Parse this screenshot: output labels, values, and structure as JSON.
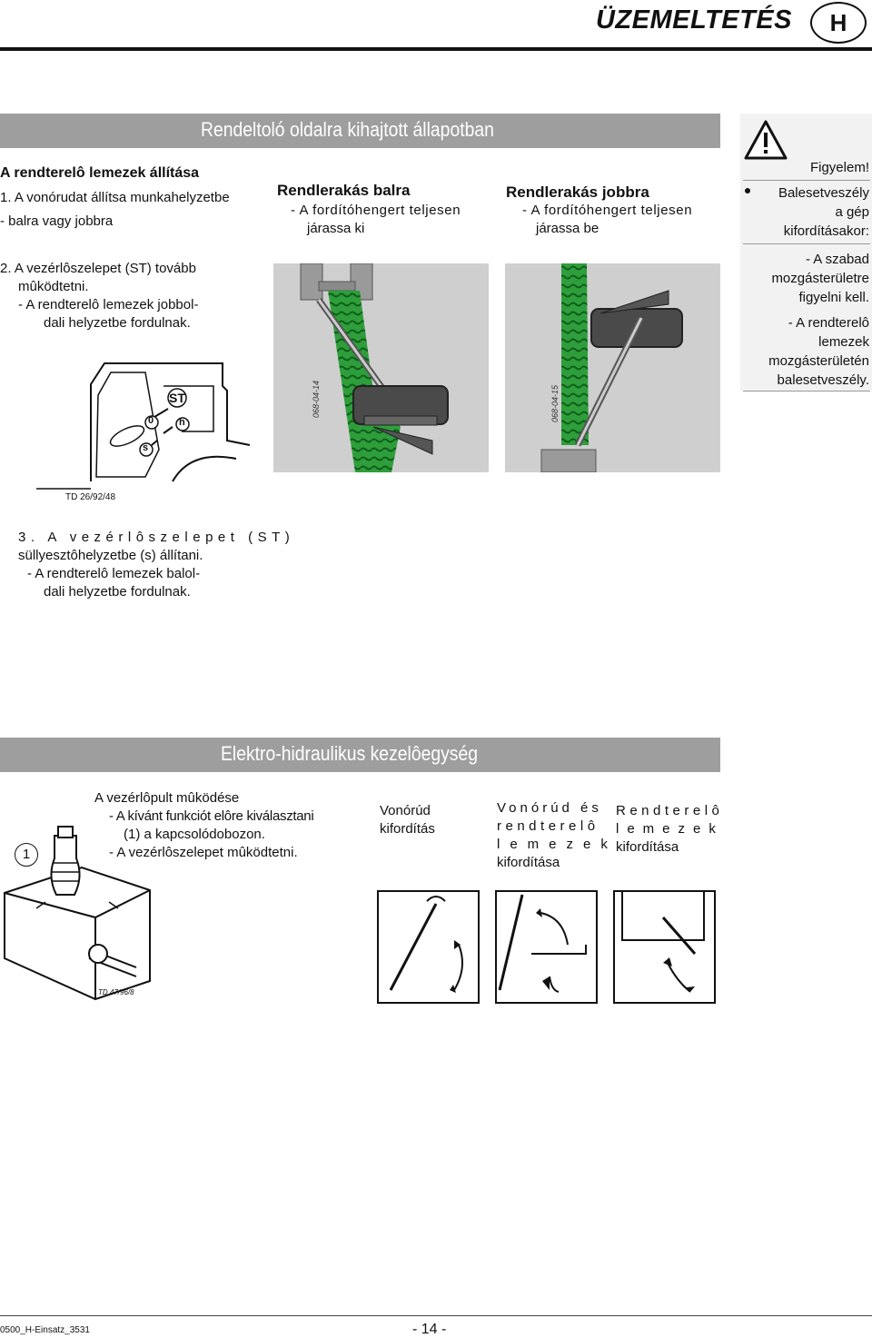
{
  "header": {
    "title": "ÜZEMELTETÉS",
    "section_letter": "H"
  },
  "section1": {
    "band_title": "Rendeltoló oldalra kihajtott állapotban",
    "left": {
      "heading": "A rendterelô lemezek állítása",
      "step1": "1. A vonórudat állítsa munkahelyzetbe",
      "step1b": "- balra vagy jobbra",
      "step2a": "2. A vezérlôszelepet (ST) tovább",
      "step2b": "mûködtetni.",
      "step2c": "- A rendterelô lemezek jobbol-",
      "step2d": "dali helyzetbe fordulnak.",
      "fig_code": "TD 26/92/48",
      "label_st": "ST",
      "label_0": "0",
      "label_h": "h",
      "label_s": "s"
    },
    "middle": {
      "heading": "Rendlerakás balra",
      "line1": "- A fordítóhengert teljesen",
      "line2": "járassa ki",
      "fig_code": "068-04-14"
    },
    "right": {
      "heading": "Rendlerakás jobbra",
      "line1": "- A fordítóhengert teljesen",
      "line2": "járassa be",
      "fig_code": "068-04-15"
    },
    "warning": {
      "title": "Figyelem!",
      "bullet1": "Balesetveszély",
      "bullet1b": "a gép",
      "bullet1c": "kifordításakor:",
      "item1a": "- A szabad",
      "item1b": "mozgásterületre",
      "item1c": "figyelni kell.",
      "item2a": "- A rendterelô",
      "item2b": "lemezek",
      "item2c": "mozgásterületén",
      "item2d": "balesetveszély."
    },
    "step3": {
      "line1": "3. A vezérlôszelepet (ST)",
      "line2": "süllyesztôhelyzetbe (s) állítani.",
      "line3": "- A rendterelô lemezek balol-",
      "line4": "dali helyzetbe fordulnak."
    }
  },
  "section2": {
    "band_title": "Elektro-hidraulikus kezelôegység",
    "marker": "1",
    "fig_code": "TD 47/96/8",
    "text": {
      "line1": "A vezérlôpult mûködése",
      "line2": "- A kívánt funkciót elôre kiválasztani",
      "line3": "(1) a kapcsolódobozon.",
      "line4": "- A vezérlôszelepet mûködtetni."
    },
    "col1": {
      "line1": "Vonórúd",
      "line2": "kifordítás"
    },
    "col2": {
      "line1": "Vonórúd és",
      "line2": "rendterelô",
      "line3": "lemezek",
      "line4": "kifordítása"
    },
    "col3": {
      "line1": "Rendterelô",
      "line2": "lemezek",
      "line3": "kifordítása"
    }
  },
  "footer": {
    "doc_code": "0500_H-Einsatz_3531",
    "page": "- 14 -"
  }
}
